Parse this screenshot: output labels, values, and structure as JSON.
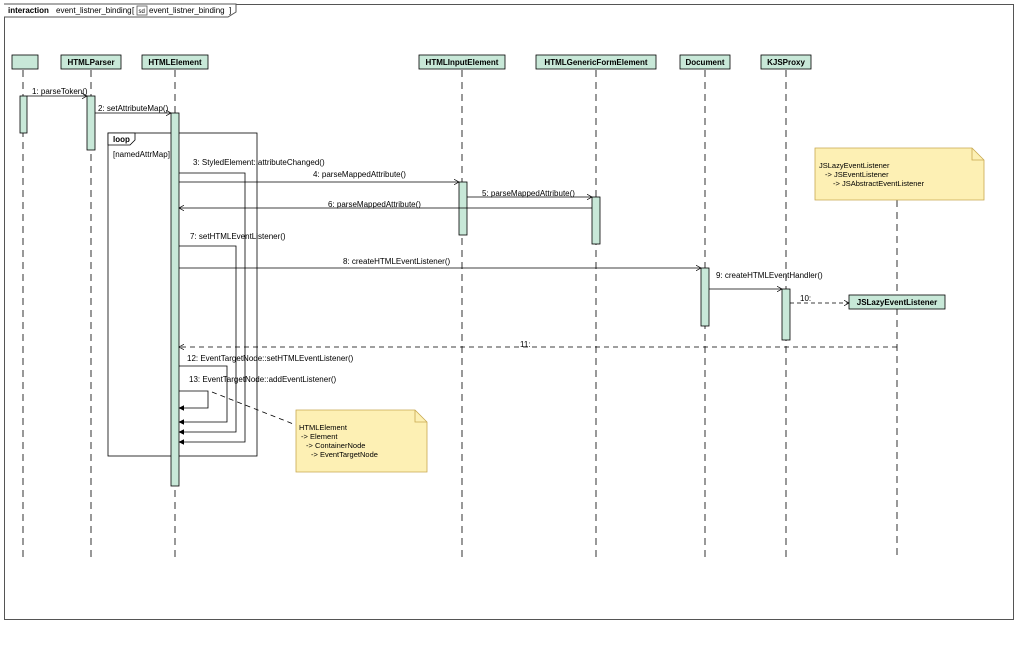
{
  "frame": {
    "keyword": "interaction",
    "name": "event_listner_binding",
    "ref_label": "event_listner_binding"
  },
  "lifelines": {
    "anon": "",
    "htmlparser": "HTMLParser",
    "htmlelement": "HTMLElement",
    "htmlinputelement": "HTMLInputElement",
    "htmlgenericformelement": "HTMLGenericFormElement",
    "document": "Document",
    "kjsproxy": "KJSProxy",
    "jslazy": "JSLazyEventListener"
  },
  "loop": {
    "keyword": "loop",
    "guard": "[namedAttrMap]"
  },
  "messages": {
    "m1": "1:  parseToken()",
    "m2": "2:  setAttributeMap()",
    "m3": "3:  StyledElement::attributeChanged()",
    "m4": "4:  parseMappedAttribute()",
    "m5": "5:  parseMappedAttribute()",
    "m6": "6:  parseMappedAttribute()",
    "m7": "7:  setHTMLEventListener()",
    "m8": "8:  createHTMLEventListener()",
    "m9": "9:  createHTMLEventHandler()",
    "m10": "10:",
    "m11": "11:",
    "m12": "12:  EventTargetNode::setHTMLEventListener()",
    "m13": "13:  EventTargetNode::addEventListener()"
  },
  "notes": {
    "note1": {
      "line1": "JSLazyEventListener",
      "line2": "-> JSEventListener",
      "line3": "-> JSAbstractEventListener"
    },
    "note2": {
      "line1": "HTMLElement",
      "line2": "-> Element",
      "line3": "-> ContainerNode",
      "line4": "-> EventTargetNode"
    }
  },
  "colors": {
    "lifeline_fill": "#c8e8d8",
    "activation_fill": "#c8e8d8",
    "note_fill": "#fdf0b4",
    "note_border": "#c8a850",
    "line": "#000000"
  }
}
